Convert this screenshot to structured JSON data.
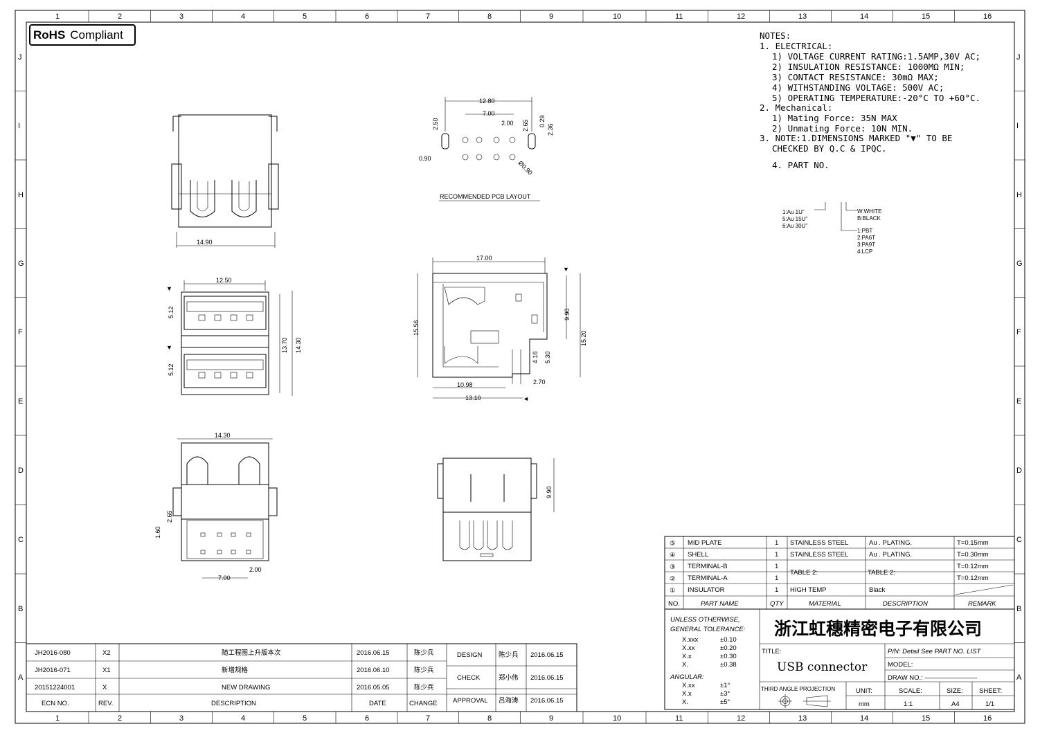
{
  "badge": {
    "bold": "RoHS",
    "text": "Compliant"
  },
  "grid": {
    "columns": [
      "1",
      "2",
      "3",
      "4",
      "5",
      "6",
      "7",
      "8",
      "9",
      "10",
      "11",
      "12",
      "13",
      "14",
      "15",
      "16"
    ],
    "rows": [
      "J",
      "I",
      "H",
      "G",
      "F",
      "E",
      "D",
      "C",
      "B",
      "A"
    ]
  },
  "notes": {
    "heading": "NOTES:",
    "n1": "1. ELECTRICAL:",
    "n1_1": "1) VOLTAGE CURRENT RATING:1.5AMP,30V AC;",
    "n1_2": "2) INSULATION RESISTANCE: 1000MΩ MIN;",
    "n1_3": "3) CONTACT RESISTANCE: 30mΩ MAX;",
    "n1_4": "4) WITHSTANDING VOLTAGE: 500V AC;",
    "n1_5": "5) OPERATING TEMPERATURE:-20°C TO +60°C.",
    "n2": "2. Mechanical:",
    "n2_1": "1) Mating Force:  35N MAX",
    "n2_2": "2) Unmating Force:  10N MIN.",
    "n3a": "3. NOTE:1.DIMENSIONS MARKED \"▼\" TO BE",
    "n3b": "CHECKED BY Q.C & IPQC.",
    "n4": "4. PART NO."
  },
  "part_no": {
    "plating": [
      "1:Au  1U\"",
      "5:Au  15U\"",
      "6:Au  30U\""
    ],
    "color": [
      "W:WHITE",
      "B:BLACK"
    ],
    "material": [
      "1:PBT",
      "2:PA6T",
      "3:PA9T",
      "4:LCP"
    ]
  },
  "pcb_layout": {
    "title": "RECOMMENDED PCB LAYOUT",
    "dims": {
      "w": "12.80",
      "pitch": "7.00",
      "p2": "2.00",
      "h": "2.50",
      "h2": "2.65",
      "t": "0.29",
      "t2": "2.36",
      "d": "0.90",
      "hole": "Ø0.90"
    }
  },
  "views": {
    "top": {
      "width": "14.90"
    },
    "front": {
      "width": "12.50",
      "port1": "5.12",
      "port2": "5.12",
      "h1": "13.70",
      "h2": "14.30"
    },
    "bottom": {
      "width": "14.30",
      "h1": "2.65",
      "h2": "1.60",
      "p": "2.00",
      "pitch": "7.00"
    },
    "side": {
      "top": "17.00",
      "left": "15.56",
      "r1": "9.90",
      "r2": "15.20",
      "r3": "4.16",
      "r4": "5.30",
      "b1": "10.98",
      "b2": "2.70",
      "b3": "13.10"
    },
    "rear": {
      "h": "9.90"
    }
  },
  "bom": {
    "headers": {
      "no": "NO.",
      "name": "PART NAME",
      "qty": "QTY",
      "material": "MATERIAL",
      "description": "DESCRIPTION",
      "remark": "REMARK"
    },
    "rows": [
      {
        "no": "⑤",
        "name": "MID PLATE",
        "qty": "1",
        "material": "STAINLESS STEEL",
        "description": "Au . PLATING.",
        "remark": "T=0.15mm"
      },
      {
        "no": "④",
        "name": "SHELL",
        "qty": "1",
        "material": "STAINLESS STEEL",
        "description": "Au . PLATING.",
        "remark": "T=0.30mm"
      },
      {
        "no": "③",
        "name": "TERMINAL-B",
        "qty": "1",
        "material": "TABLE 2:",
        "description": "TABLE 2:",
        "remark": "T=0.12mm"
      },
      {
        "no": "②",
        "name": "TERMINAL-A",
        "qty": "1",
        "material": "",
        "description": "",
        "remark": "T=0.12mm"
      },
      {
        "no": "①",
        "name": "INSULATOR",
        "qty": "1",
        "material": "HIGH TEMP",
        "description": "Black",
        "remark": ""
      }
    ]
  },
  "tolerance": {
    "l1": "UNLESS OTHERWISE,",
    "l2": "GENERAL TOLERANCE:",
    "rows": [
      [
        "X.xxx",
        "±0.10"
      ],
      [
        "X.xx",
        "±0.20"
      ],
      [
        "X.x",
        "±0.30"
      ],
      [
        "X.",
        "±0.38"
      ]
    ],
    "angular": "ANGULAR:",
    "arows": [
      [
        "X.xx",
        "±1°"
      ],
      [
        "X.x",
        "±3°"
      ],
      [
        "X.",
        "±5°"
      ]
    ]
  },
  "title_block": {
    "company": "浙江虹穗精密电子有限公司",
    "title_label": "TITLE:",
    "title": "USB connector",
    "pn": "P/N: Detail See PART NO. LIST",
    "model": "MODEL:",
    "draw_no": "DRAW NO.: ————————",
    "projection": "THIRD ANGLE PROJECTION",
    "unit_label": "UNIT:",
    "unit": "mm",
    "scale_label": "SCALE:",
    "scale": "1:1",
    "size_label": "SIZE:",
    "size": "A4",
    "sheet_label": "SHEET:",
    "sheet": "1/1"
  },
  "revisions": {
    "headers": {
      "ecn": "ECN NO.",
      "rev": "REV.",
      "desc": "DESCRIPTION",
      "date": "DATE",
      "change": "CHANGE"
    },
    "rows": [
      {
        "ecn": "JH2016-080",
        "rev": "X2",
        "desc": "随工程图上升版本次",
        "date": "2016.06.15",
        "change": "陈少兵"
      },
      {
        "ecn": "JH2016-071",
        "rev": "X1",
        "desc": "新增规格",
        "date": "2016.06.10",
        "change": "陈少兵"
      },
      {
        "ecn": "20151224001",
        "rev": "X",
        "desc": "NEW DRAWING",
        "date": "2016.05.05",
        "change": "陈少兵"
      }
    ]
  },
  "approvals": [
    {
      "role": "DESIGN",
      "name": "陈少兵",
      "date": "2016.06.15"
    },
    {
      "role": "CHECK",
      "name": "郑小伟",
      "date": "2016.06.15"
    },
    {
      "role": "APPROVAL",
      "name": "吕海涛",
      "date": "2016.06.15"
    }
  ]
}
